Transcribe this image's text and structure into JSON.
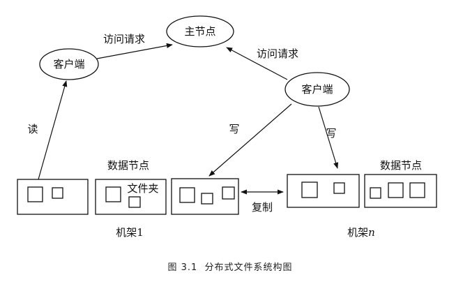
{
  "nodes": {
    "master": "主节点",
    "client_left": "客户端",
    "client_right": "客户端"
  },
  "edges": {
    "request_left": "访问请求",
    "request_right": "访问请求",
    "read": "读",
    "write_left": "写",
    "write_right": "写",
    "replicate": "复制"
  },
  "labels": {
    "datanode_left": "数据节点",
    "datanode_right": "数据节点",
    "folder": "文件夹",
    "rack1_prefix": "机架",
    "rack1_suffix": "1",
    "rackn_prefix": "机架",
    "rackn_suffix": "n"
  },
  "caption": "图 3.1  分布式文件系统构图"
}
